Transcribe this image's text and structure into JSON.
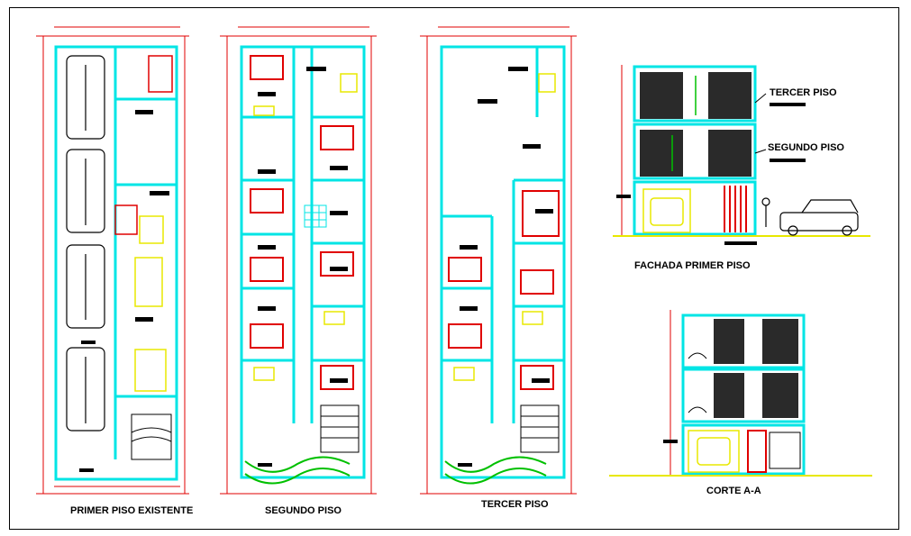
{
  "labels": {
    "primer_piso": "PRIMER PISO EXISTENTE",
    "segundo_piso": "SEGUNDO PISO",
    "tercer_piso": "TERCER PISO",
    "fachada": "FACHADA  PRIMER PISO",
    "fachada_tercer": "TERCER PISO",
    "fachada_segundo": "SEGUNDO PISO",
    "corte": "CORTE A-A"
  },
  "colors": {
    "wall": "#00e5e5",
    "dimension": "#e00000",
    "furniture": "#e8e800",
    "hatch": "#000000",
    "green": "#00c000",
    "magenta": "#e000e0",
    "background": "#ffffff"
  }
}
